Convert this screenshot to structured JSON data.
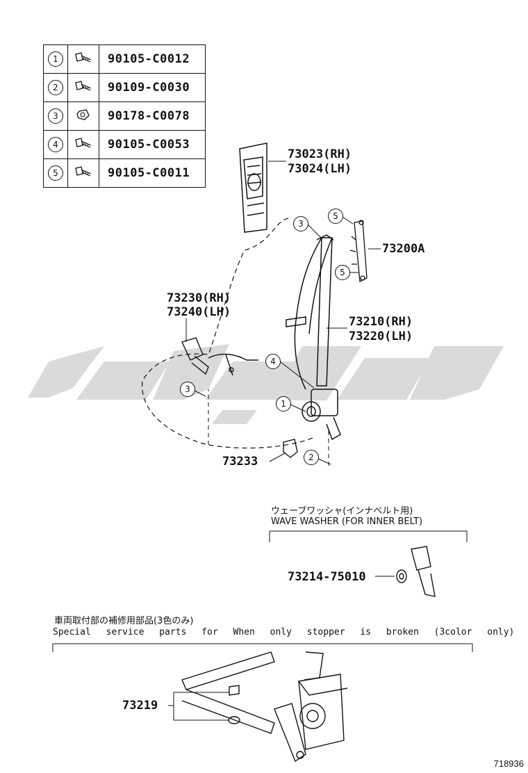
{
  "fasteners": [
    {
      "num": "1",
      "icon": "bolt-icon",
      "part": "90105-C0012"
    },
    {
      "num": "2",
      "icon": "bolt-icon",
      "part": "90109-C0030"
    },
    {
      "num": "3",
      "icon": "nut-icon",
      "part": "90178-C0078"
    },
    {
      "num": "4",
      "icon": "bolt-icon",
      "part": "90105-C0053"
    },
    {
      "num": "5",
      "icon": "bolt-icon",
      "part": "90105-C0011"
    }
  ],
  "labels": {
    "cover_rh": "73023(RH)",
    "cover_lh": "73024(LH)",
    "anchor": "73200A",
    "buckle_rh": "73230(RH)",
    "buckle_lh": "73240(LH)",
    "belt_rh": "73210(RH)",
    "belt_lh": "73220(LH)",
    "stopper": "73233",
    "washer": "73214-75010",
    "repair": "73219"
  },
  "callouts": [
    "3",
    "5",
    "5",
    "4",
    "3",
    "1",
    "2"
  ],
  "notes": {
    "washer_jp": "ウェーブワッシャ(インナベルト用)",
    "washer_en": "WAVE WASHER (FOR INNER BELT)",
    "service_jp": "車両取付部の補修用部品(3色のみ)",
    "service_en": "Special service parts for When only stopper is broken (3color only)"
  },
  "ref_id": "718936",
  "colors": {
    "line": "#111111",
    "watermark": "#d6d6d6"
  }
}
